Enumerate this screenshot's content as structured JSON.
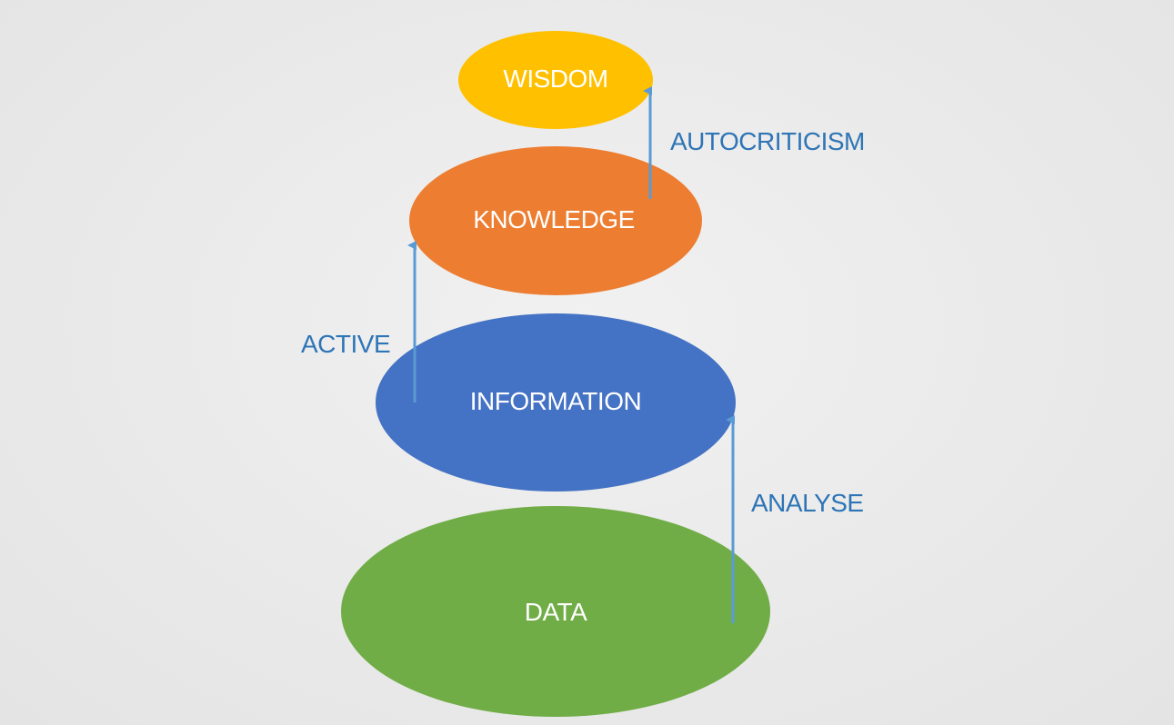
{
  "nodes": {
    "wisdom": {
      "label": "WISDOM",
      "color": "#ffc000"
    },
    "knowledge": {
      "label": "KNOWLEDGE",
      "color": "#ed7d31"
    },
    "information": {
      "label": "INFORMATION",
      "color": "#4472c4"
    },
    "data": {
      "label": "DATA",
      "color": "#70ad47"
    }
  },
  "edges": {
    "analyse": {
      "label": "ANALYSE",
      "from": "DATA",
      "to": "INFORMATION"
    },
    "active": {
      "label": "ACTIVE",
      "from": "INFORMATION",
      "to": "KNOWLEDGE"
    },
    "autocriticism": {
      "label": "AUTOCRITICISM",
      "from": "KNOWLEDGE",
      "to": "WISDOM"
    }
  },
  "colors": {
    "arrow": "#5b9bd5",
    "edge_label": "#2e75b6"
  }
}
